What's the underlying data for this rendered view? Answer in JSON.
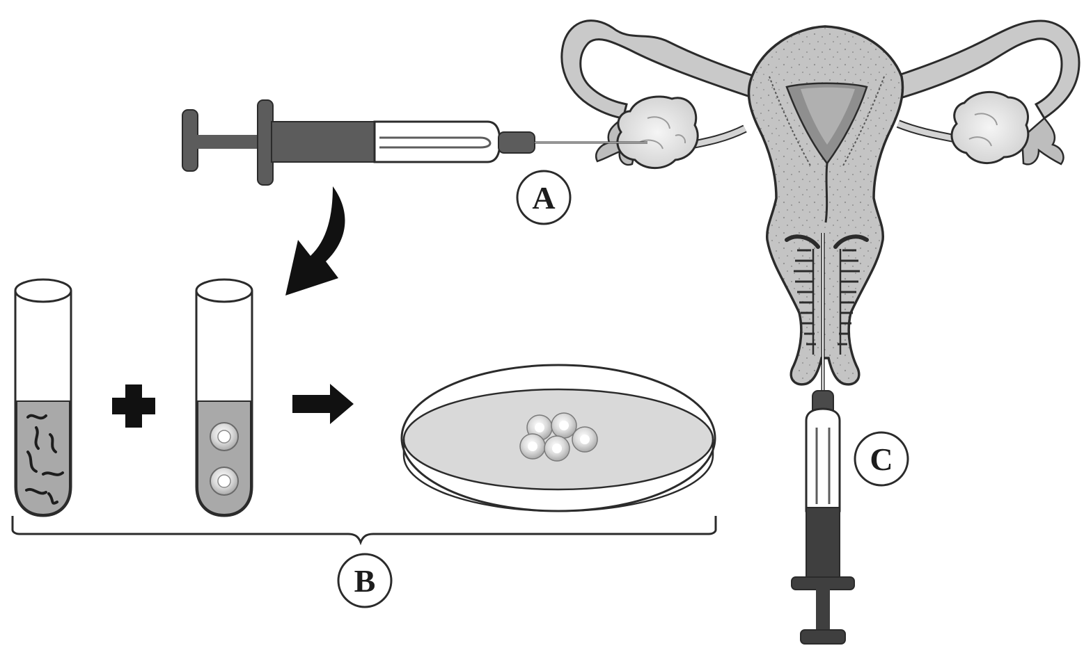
{
  "diagram": {
    "labels": {
      "a": "A",
      "b": "B",
      "c": "C"
    },
    "colors": {
      "ink": "#2b2b2b",
      "syringe_dark": "#5c5c5c",
      "tissue": "#c7c7c7",
      "tissue_dark": "#9b9b9b",
      "liquid": "#a9a9a9",
      "dish_fill": "#d9d9d9",
      "egg": "#e8e8e8"
    },
    "icons": [
      "syringe-icon",
      "curved-arrow-icon",
      "test-tube-icon",
      "plus-icon",
      "right-arrow-icon",
      "petri-dish-icon",
      "uterus-icon",
      "brace-icon"
    ]
  }
}
